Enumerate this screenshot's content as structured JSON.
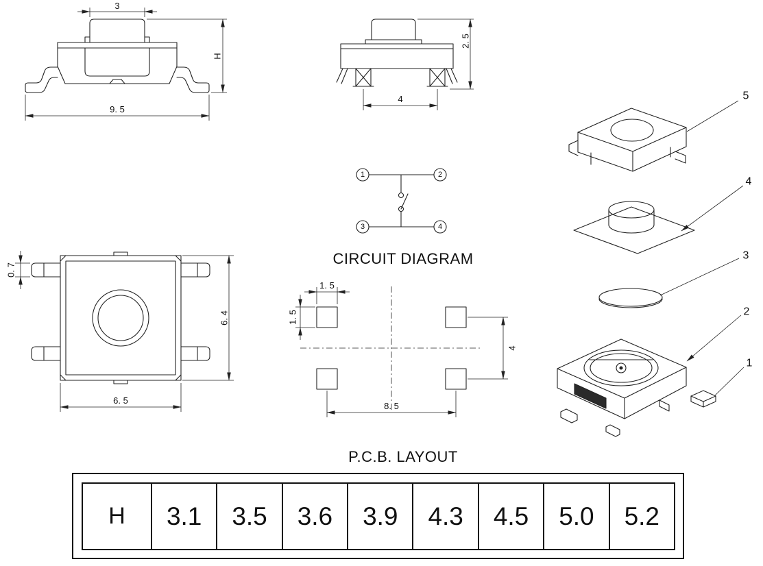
{
  "drawing": {
    "front_view": {
      "dim_button_width": "3",
      "dim_height": "H",
      "dim_total_width": "9. 5"
    },
    "side_view": {
      "dim_pin_spacing": "4",
      "dim_height": "2. 5"
    },
    "top_view": {
      "dim_leg_thickness": "0. 7",
      "dim_body_depth": "6. 4",
      "dim_body_width": "6. 5"
    },
    "circuit_diagram": {
      "title": "CIRCUIT DIAGRAM",
      "pin_labels": [
        "1",
        "2",
        "3",
        "4"
      ]
    },
    "pcb_layout": {
      "title": "P.C.B. LAYOUT",
      "dim_pad_width": "1. 5",
      "dim_pad_height": "1. 5",
      "dim_pad_row_spacing": "4",
      "dim_pad_col_spacing": "8. 5"
    },
    "exploded_view": {
      "part_labels": [
        "1",
        "2",
        "3",
        "4",
        "5"
      ]
    }
  },
  "h_table": {
    "header": "H",
    "values": [
      "3.1",
      "3.5",
      "3.6",
      "3.9",
      "4.3",
      "4.5",
      "5.0",
      "5.2"
    ]
  },
  "colors": {
    "line": "#222222",
    "background": "#ffffff"
  }
}
